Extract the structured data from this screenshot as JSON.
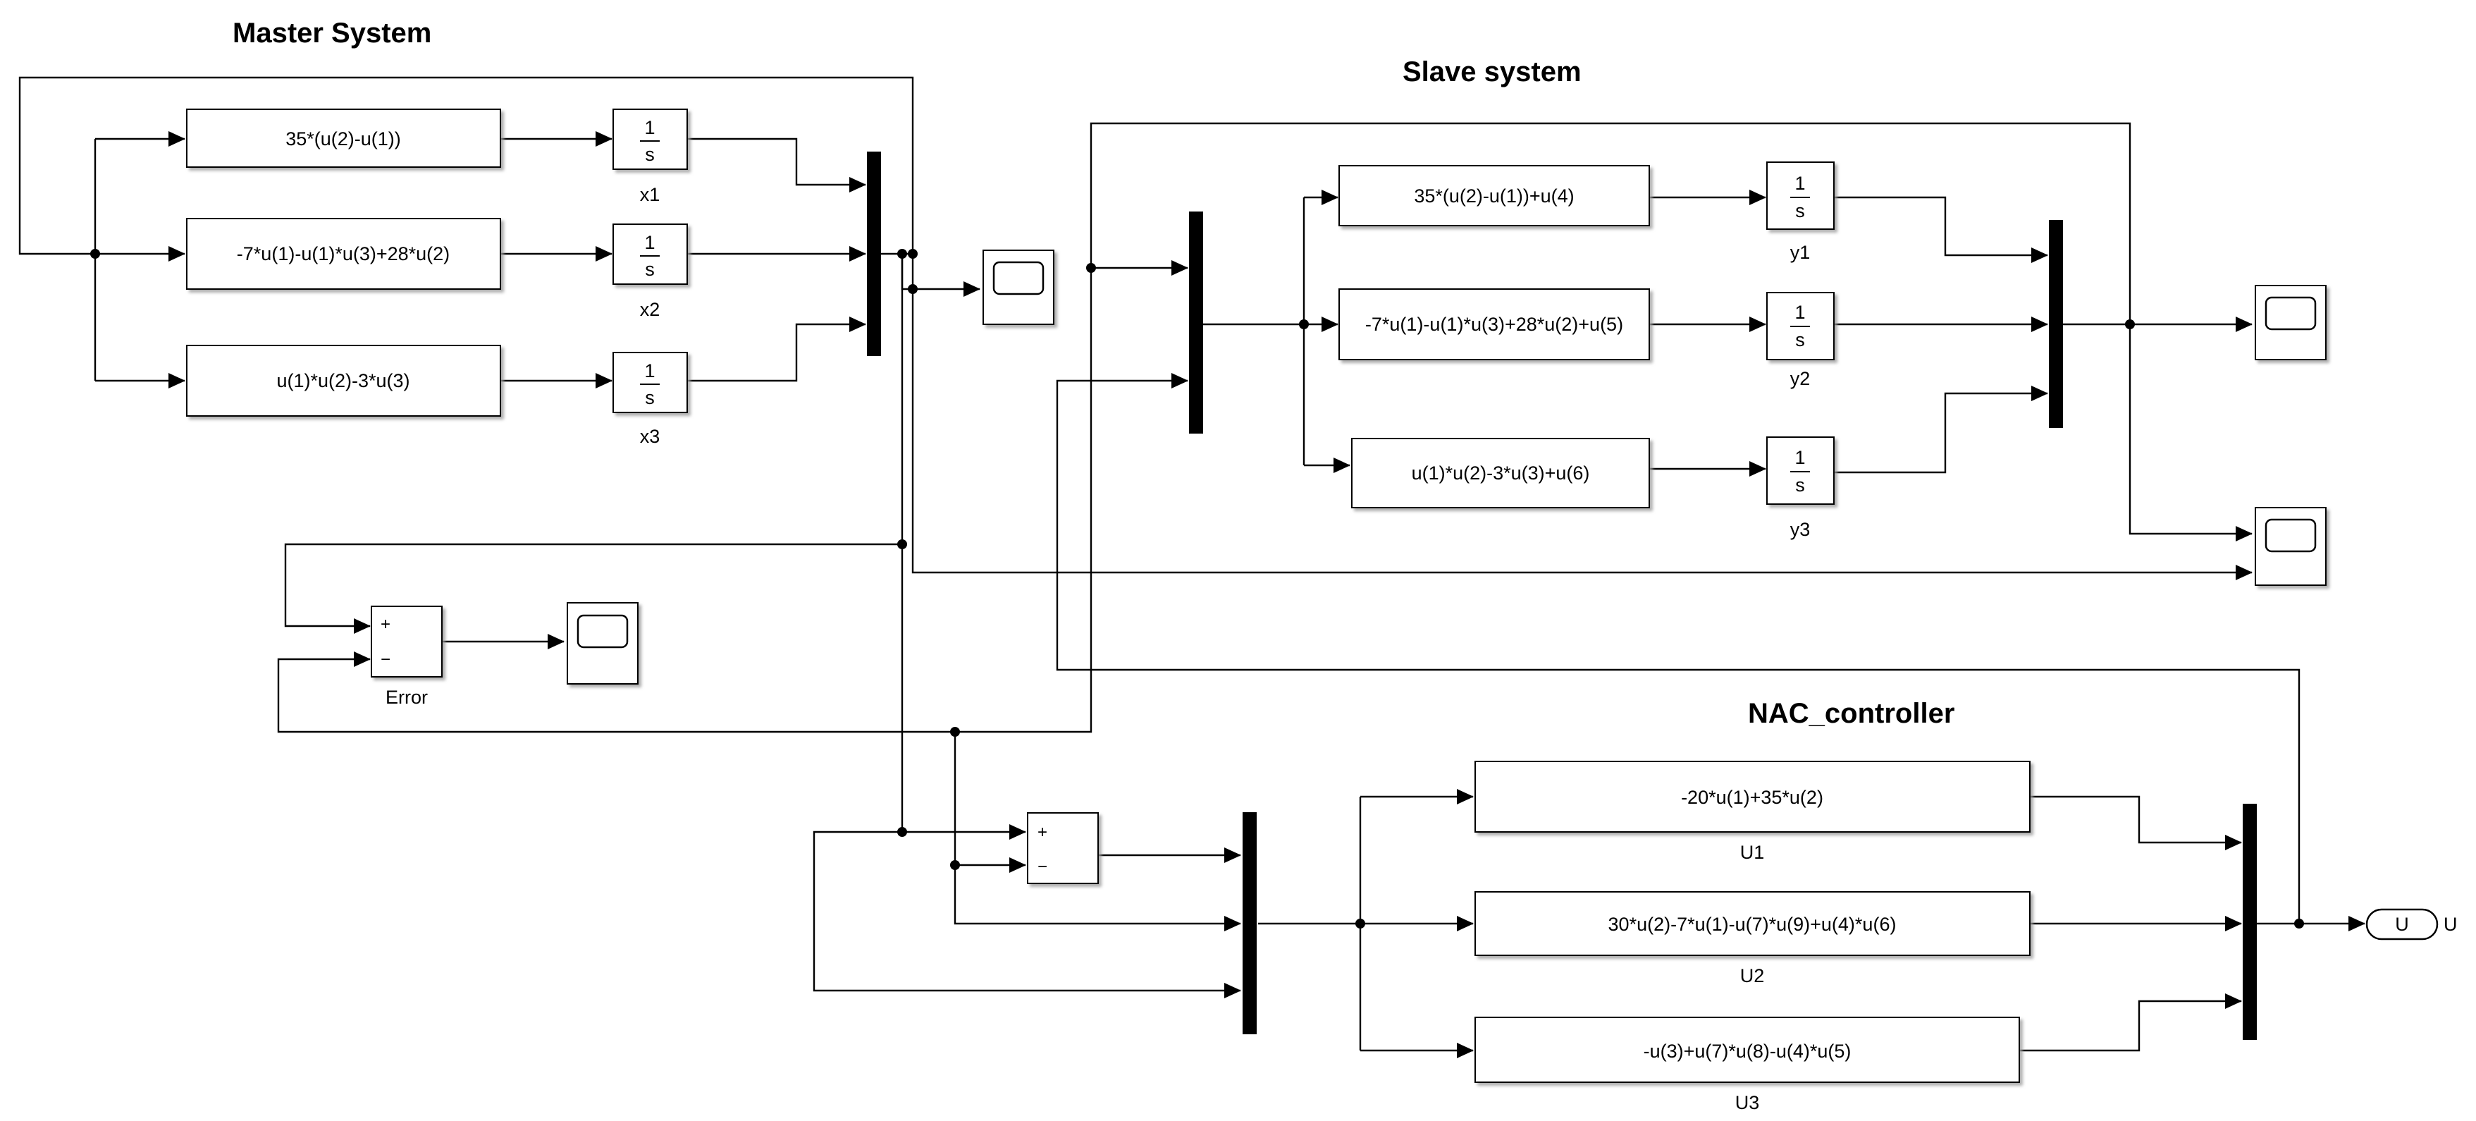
{
  "subsystems": {
    "master_title": "Master System",
    "slave_title": "Slave system",
    "controller_title": "NAC_controller"
  },
  "master": {
    "fcn1": "35*(u(2)-u(1))",
    "fcn2": "-7*u(1)-u(1)*u(3)+28*u(2)",
    "fcn3": "u(1)*u(2)-3*u(3)",
    "int1_label": "x1",
    "int2_label": "x2",
    "int3_label": "x3"
  },
  "slave": {
    "fcn1": "35*(u(2)-u(1))+u(4)",
    "fcn2": "-7*u(1)-u(1)*u(3)+28*u(2)+u(5)",
    "fcn3": "u(1)*u(2)-3*u(3)+u(6)",
    "int1_label": "y1",
    "int2_label": "y2",
    "int3_label": "y3"
  },
  "error_block": {
    "label": "Error",
    "plus": "+",
    "minus": "−"
  },
  "controller": {
    "sum_plus": "+",
    "sum_minus": "−",
    "fcn1": "-20*u(1)+35*u(2)",
    "fcn2": "30*u(2)-7*u(1)-u(7)*u(9)+u(4)*u(6)",
    "fcn3": "-u(3)+u(7)*u(8)-u(4)*u(5)",
    "label1": "U1",
    "label2": "U2",
    "label3": "U3"
  },
  "integrator": {
    "numerator": "1",
    "denominator": "s"
  },
  "outport": {
    "name": "U",
    "label": "U"
  }
}
